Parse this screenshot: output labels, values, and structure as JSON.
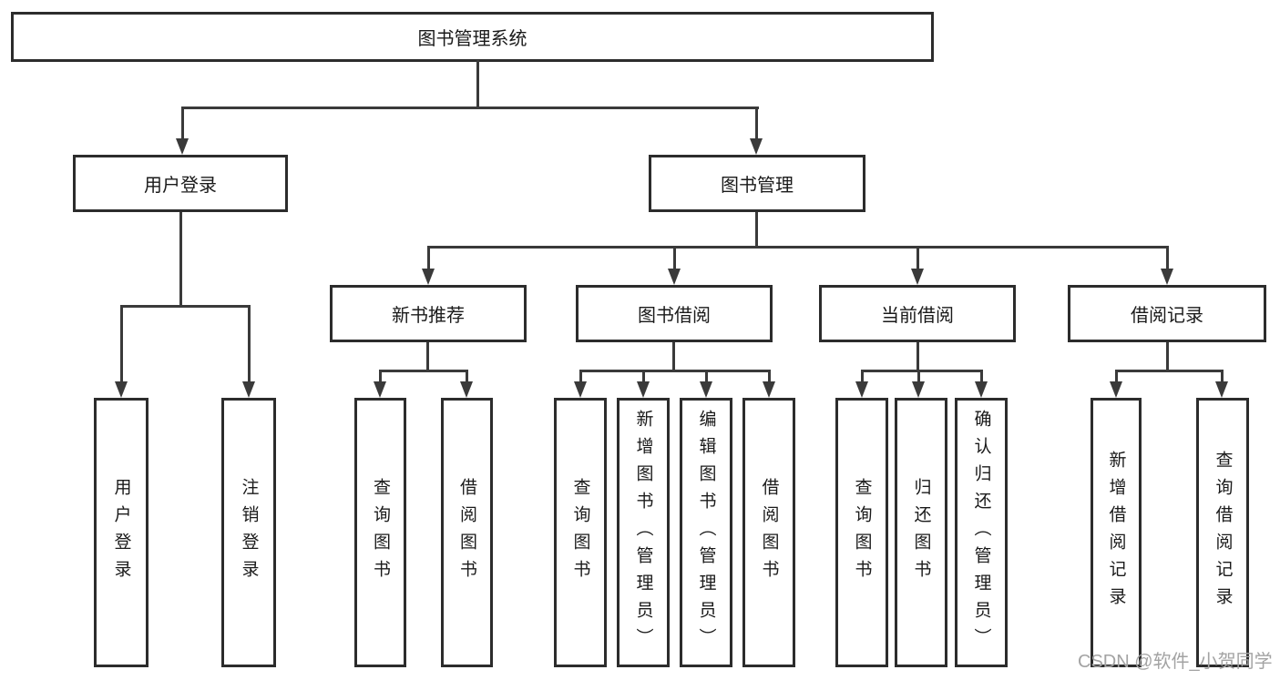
{
  "nodes": {
    "root": {
      "label": "图书管理系统"
    },
    "level2": {
      "user_login": {
        "label": "用户登录"
      },
      "book_management": {
        "label": "图书管理"
      }
    },
    "level3": {
      "new_book_recommend": {
        "label": "新书推荐"
      },
      "book_borrow": {
        "label": "图书借阅"
      },
      "current_borrow": {
        "label": "当前借阅"
      },
      "borrow_record": {
        "label": "借阅记录"
      }
    },
    "leaves": {
      "user_login": [
        "用户登录",
        "注销登录"
      ],
      "new_book_recommend": [
        "查询图书",
        "借阅图书"
      ],
      "book_borrow": [
        "查询图书",
        "新增图书（管理员）",
        "编辑图书（管理员）",
        "借阅图书"
      ],
      "current_borrow": [
        "查询图书",
        "归还图书",
        "确认归还（管理员）"
      ],
      "borrow_record": [
        "新增借阅记录",
        "查询借阅记录"
      ]
    }
  },
  "watermark": "CSDN @软件_小贺同学",
  "colors": {
    "line": "#3a3a3a",
    "border": "#2c2c2c",
    "text": "#1a1a1a",
    "watermark": "#a3a3a3",
    "background": "#ffffff"
  }
}
